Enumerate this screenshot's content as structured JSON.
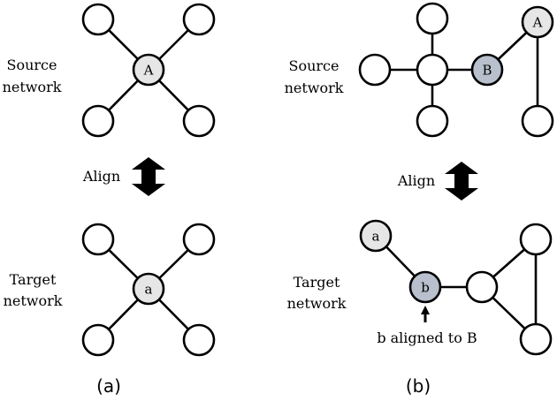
{
  "colors": {
    "plain_node": "#ffffff",
    "light_node": "#e6e6e6",
    "dark_node": "#b7c0cc",
    "stroke": "#000000"
  },
  "panel_a": {
    "source_label": [
      "Source",
      "network"
    ],
    "align_label": "Align",
    "target_label": [
      "Target",
      "network"
    ],
    "source_center_node": "A",
    "target_center_node": "a",
    "caption": "(a)"
  },
  "panel_b": {
    "source_label": [
      "Source",
      "network"
    ],
    "align_label": "Align",
    "target_label": [
      "Target",
      "network"
    ],
    "source_nodes": {
      "A": "A",
      "B": "B"
    },
    "target_nodes": {
      "a": "a",
      "b": "b"
    },
    "annotation": "b aligned to B",
    "caption": "(b)"
  }
}
